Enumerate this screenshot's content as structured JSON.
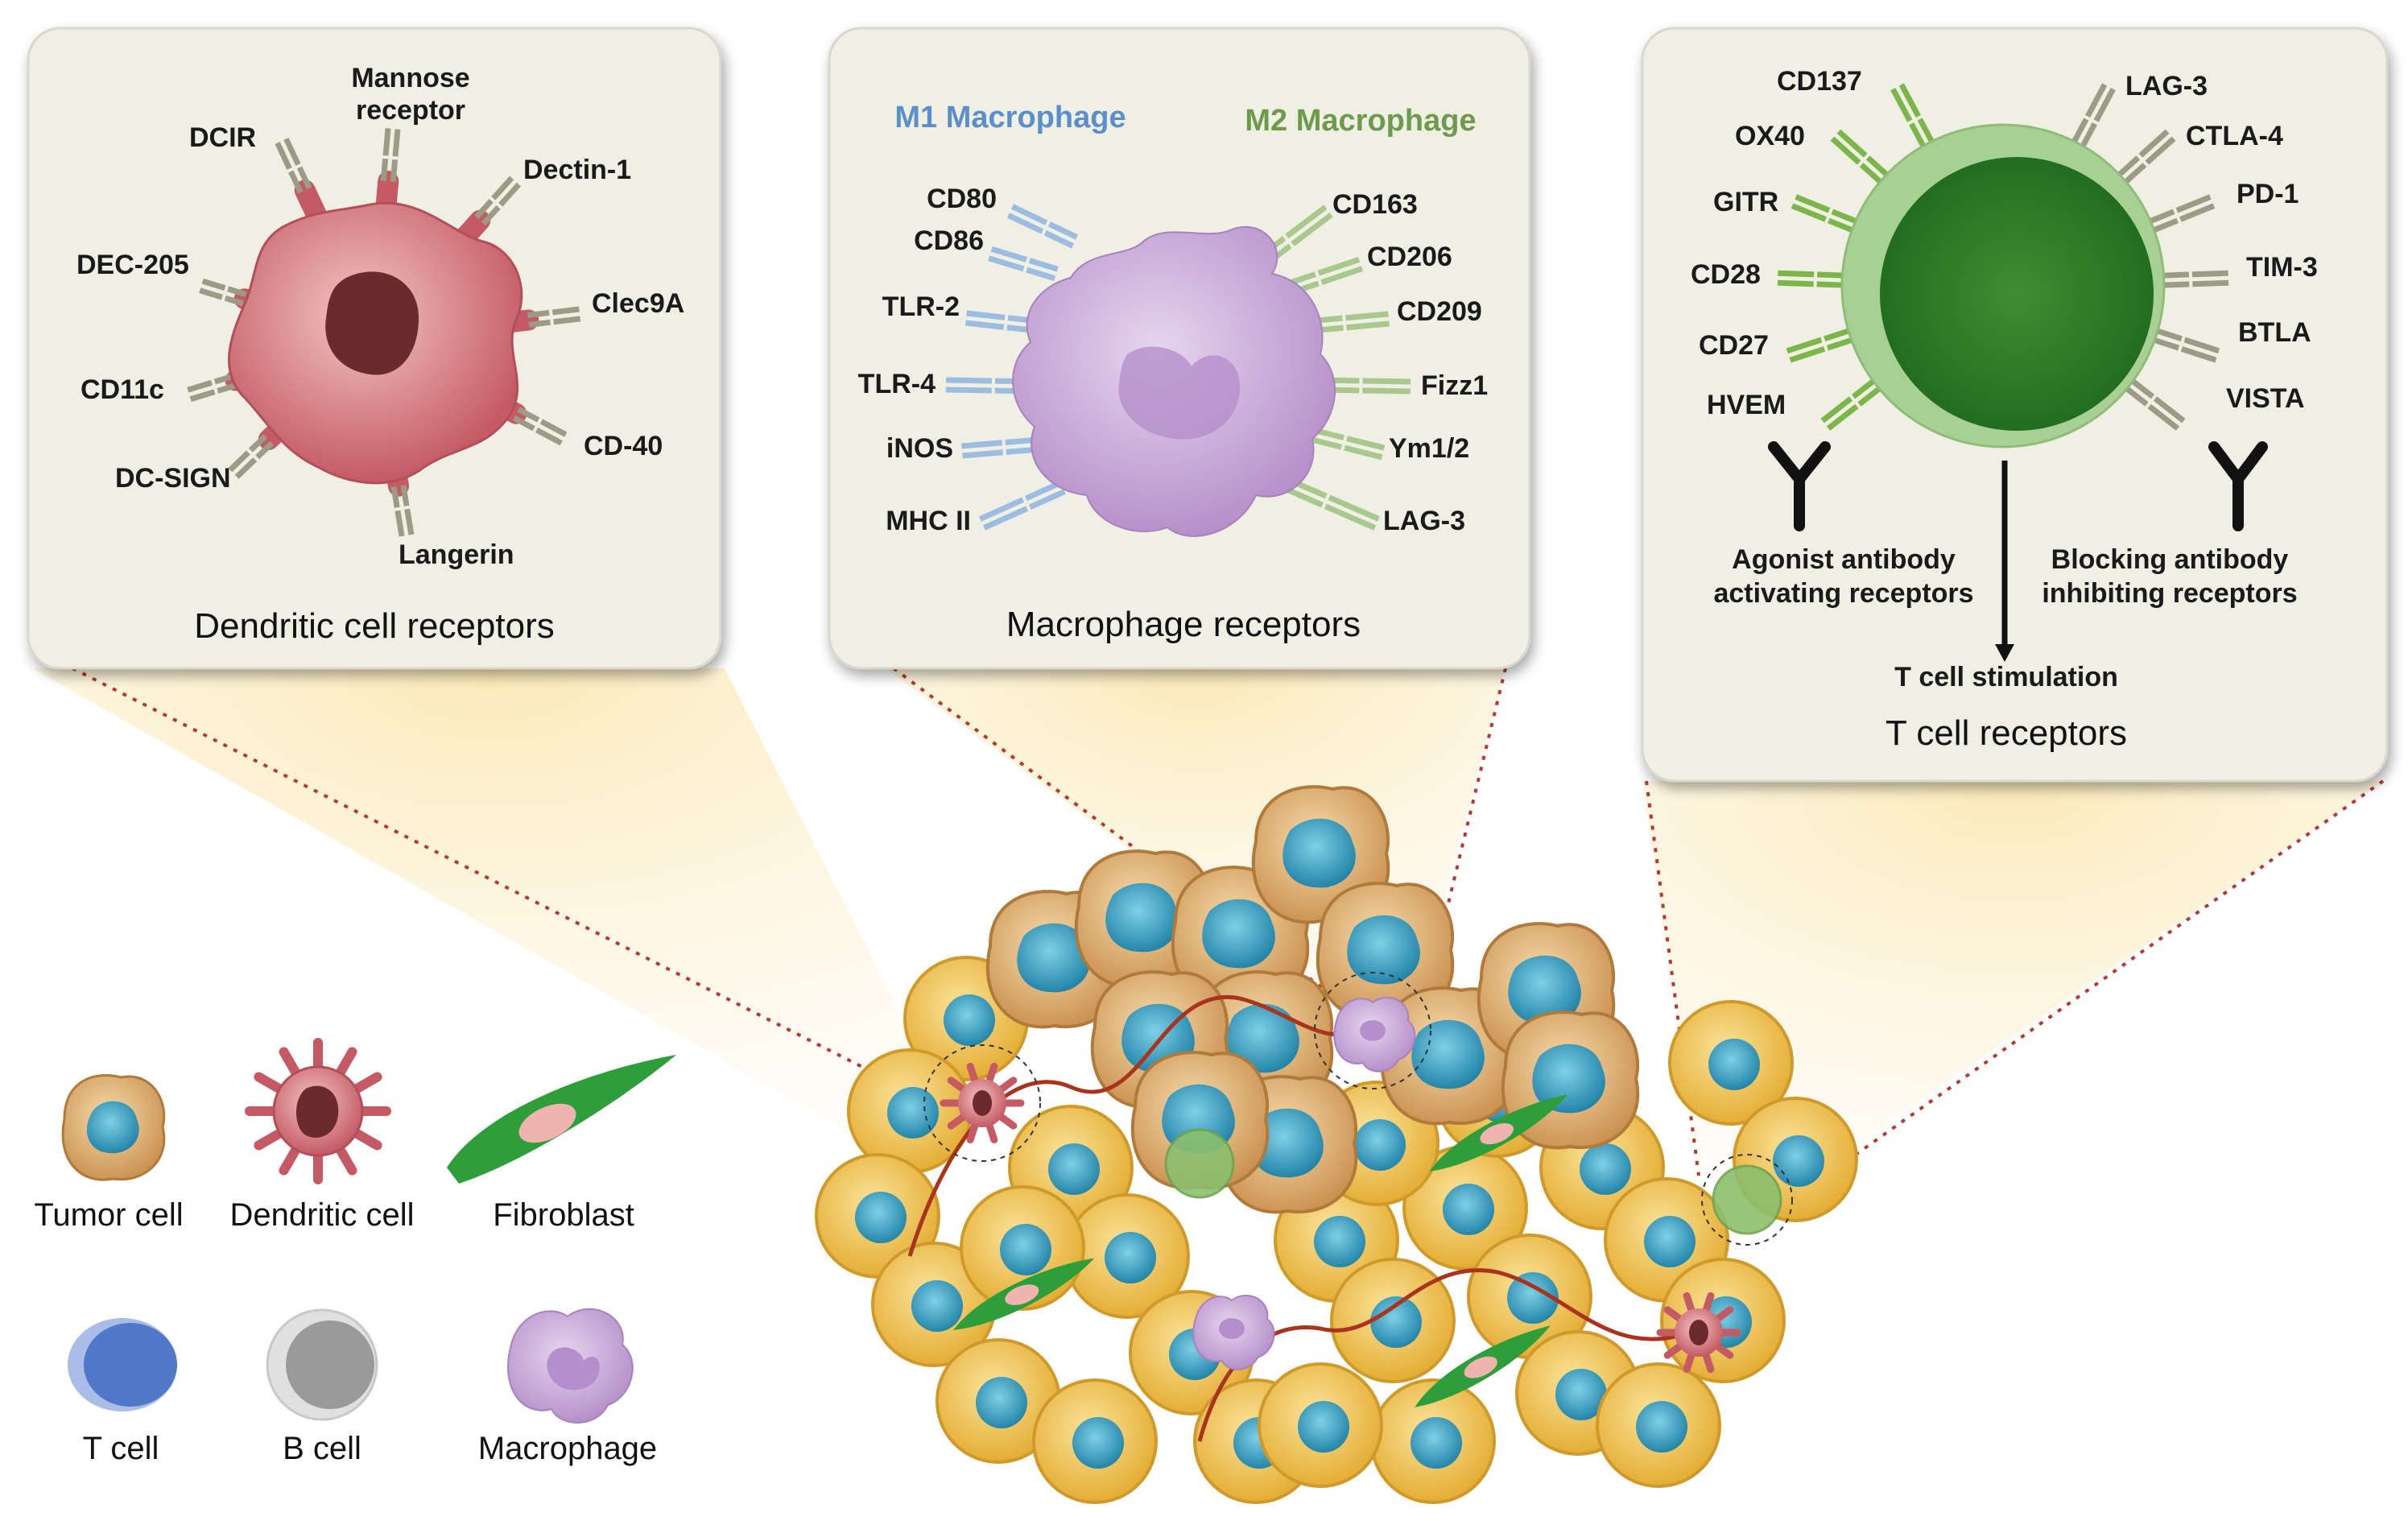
{
  "colors": {
    "panel_fill": "#efefe4",
    "m1_color": "#5b8fc9",
    "m2_color": "#6e9a4c",
    "tumor_cell": "#f0c878",
    "tumor_nucleus": "#2a8fb0",
    "dendritic_cell": "#c9686e",
    "macrophage": "#c7a8d8",
    "fibroblast": "#2e9e3a",
    "t_cell": "#5078c8",
    "b_cell": "#9a9a9a",
    "normal_cell": "#f2c84a"
  },
  "dendritic_panel": {
    "title": "Dendritic cell receptors",
    "receptors": [
      "DCIR",
      "Mannose",
      "receptor",
      "Dectin-1",
      "DEC-205",
      "Clec9A",
      "CD11c",
      "CD-40",
      "DC-SIGN",
      "Langerin"
    ]
  },
  "macrophage_panel": {
    "title": "Macrophage receptors",
    "m1_title": "M1 Macrophage",
    "m2_title": "M2 Macrophage",
    "m1_receptors": [
      "CD80",
      "CD86",
      "TLR-2",
      "TLR-4",
      "iNOS",
      "MHC II"
    ],
    "m2_receptors": [
      "CD163",
      "CD206",
      "CD209",
      "Fizz1",
      "Ym1/2",
      "LAG-3"
    ]
  },
  "tcell_panel": {
    "title": "T cell receptors",
    "activating": [
      "CD137",
      "OX40",
      "GITR",
      "CD28",
      "CD27",
      "HVEM"
    ],
    "inhibiting": [
      "LAG-3",
      "CTLA-4",
      "PD-1",
      "TIM-3",
      "BTLA",
      "VISTA"
    ],
    "agonist_line1": "Agonist antibody",
    "agonist_line2": "activating receptors",
    "blocking_line1": "Blocking antibody",
    "blocking_line2": "inhibiting receptors",
    "stimulation": "T cell stimulation"
  },
  "legend": {
    "tumor_cell": "Tumor cell",
    "dendritic_cell": "Dendritic cell",
    "fibroblast": "Fibroblast",
    "t_cell": "T cell",
    "b_cell": "B cell",
    "macrophage": "Macrophage"
  }
}
